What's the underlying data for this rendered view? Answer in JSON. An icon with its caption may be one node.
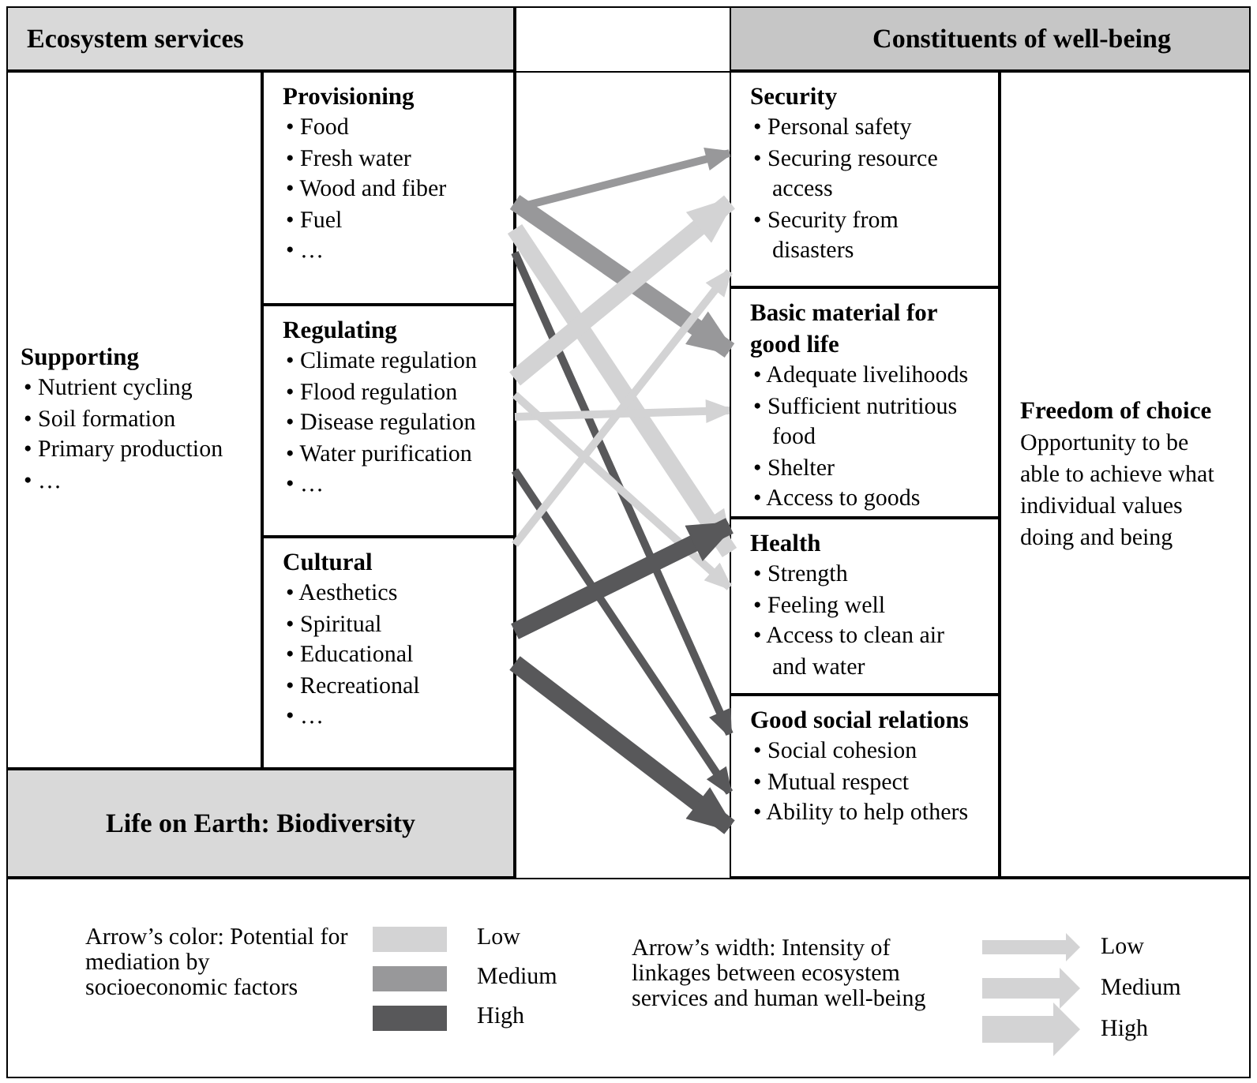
{
  "diagram": {
    "nodes": [
      {
        "text": [
          "Ecosystem services"
        ]
      },
      {
        "text": [
          "Supporting",
          "• Nutrient cycling",
          "• Soil formation",
          "• Primary production",
          "• …"
        ]
      },
      {
        "text": [
          "Provisioning",
          "• Food",
          "• Fresh water",
          "• Wood and fiber",
          "• Fuel",
          "• …"
        ]
      },
      {
        "text": [
          "Regulating",
          "• Climate regulation",
          "• Flood regulation",
          "• Disease regulation",
          "• Water purification",
          "• …"
        ]
      },
      {
        "text": [
          "Cultural",
          "• Aesthetics",
          "• Spiritual",
          "• Educational",
          "• Recreational",
          "• …"
        ]
      },
      {
        "text": [
          "Life on Earth: Biodiversity"
        ]
      },
      {
        "text": [
          "Constituents of well-being"
        ]
      },
      {
        "text": [
          "Security",
          "• Personal safety",
          "• Securing resource access",
          "• Security from disasters"
        ]
      },
      {
        "text": [
          "Basic material for good life",
          "• Adequate livelihoods",
          "• Sufficient nutritious food",
          "• Shelter",
          "• Access to goods"
        ]
      },
      {
        "text": [
          "Health",
          "• Strength",
          "• Feeling well",
          "• Access to clean air and water"
        ]
      },
      {
        "text": [
          "Good social relations",
          "• Social cohesion",
          "• Mutual respect",
          "• Ability to help others"
        ]
      },
      {
        "text": [
          "Freedom of choice",
          "Opportunity to be able to achieve what individual values doing and being"
        ]
      }
    ],
    "edges": [
      {
        "from": 2,
        "to": 7,
        "arrow": "to",
        "color": "#98989a"
      },
      {
        "from": 2,
        "to": 8,
        "arrow": "to",
        "color": "#98989a",
        "style": "thick"
      },
      {
        "from": 2,
        "to": 9,
        "arrow": "to",
        "color": "#d3d3d4",
        "style": "thick"
      },
      {
        "from": 2,
        "to": 10,
        "arrow": "to",
        "color": "#58585a"
      },
      {
        "from": 3,
        "to": 7,
        "arrow": "to",
        "color": "#d3d3d4",
        "style": "thick"
      },
      {
        "from": 3,
        "to": 8,
        "arrow": "to",
        "color": "#d3d3d4"
      },
      {
        "from": 3,
        "to": 9,
        "arrow": "to",
        "color": "#d3d3d4"
      },
      {
        "from": 3,
        "to": 10,
        "arrow": "to",
        "color": "#58585a"
      },
      {
        "from": 4,
        "to": 7,
        "arrow": "to",
        "color": "#d3d3d4"
      },
      {
        "from": 4,
        "to": 9,
        "arrow": "to",
        "color": "#58585a",
        "style": "thick"
      },
      {
        "from": 4,
        "to": 10,
        "arrow": "to",
        "color": "#58585a",
        "style": "thick"
      }
    ],
    "labels": [
      "Arrow’s color: Potential for mediation by socioeconomic factors",
      "Arrow’s width: Intensity of linkages between ecosystem services and human well-being"
    ],
    "legend": [
      {
        "text": "Low",
        "color": "#d3d3d4"
      },
      {
        "text": "Medium",
        "color": "#98989a"
      },
      {
        "text": "High",
        "color": "#58585a"
      },
      {
        "text": "Low"
      },
      {
        "text": "Medium"
      },
      {
        "text": "High"
      }
    ]
  }
}
